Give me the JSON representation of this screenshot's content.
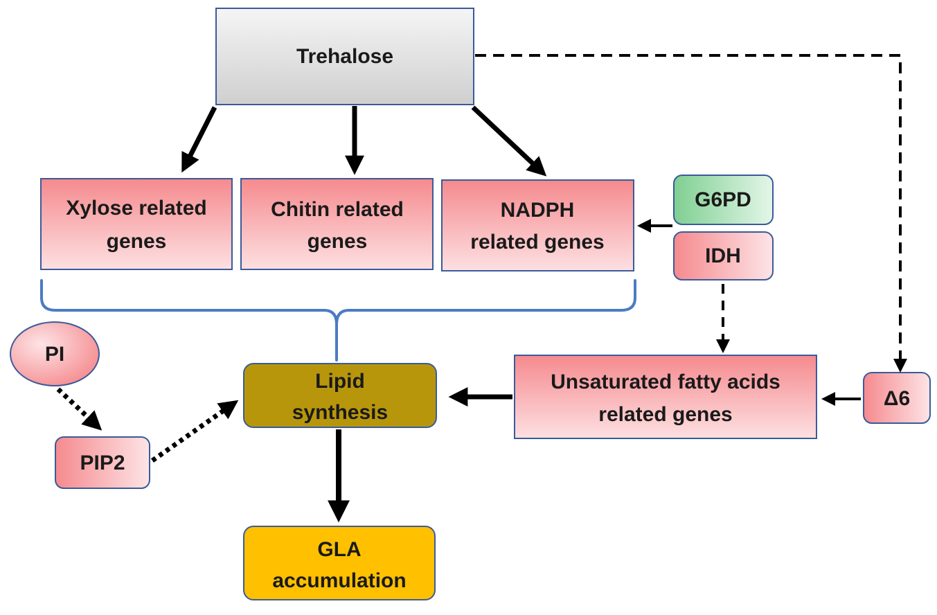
{
  "nodes": {
    "trehalose": "Trehalose",
    "xylose": [
      "Xylose related",
      "genes"
    ],
    "chitin": [
      "Chitin related",
      "genes"
    ],
    "nadph": [
      "NADPH",
      "related genes"
    ],
    "g6pd": "G6PD",
    "idh": "IDH",
    "pi": "PI",
    "pip2": "PIP2",
    "lipid": [
      "Lipid",
      "synthesis"
    ],
    "ufa": [
      "Unsaturated fatty acids",
      "related genes"
    ],
    "delta6": "Δ6",
    "gla": [
      "GLA",
      "accumulation"
    ]
  },
  "colors": {
    "gene_box": "#f4a0a4",
    "gray_box": "#e6e6e6",
    "green_box": "#9fdcae",
    "lipid_box": "#b8960c",
    "gla_box": "#ffc000",
    "border": "#3a5a9a",
    "brace": "#4a7cc4",
    "arrow": "#000000"
  }
}
